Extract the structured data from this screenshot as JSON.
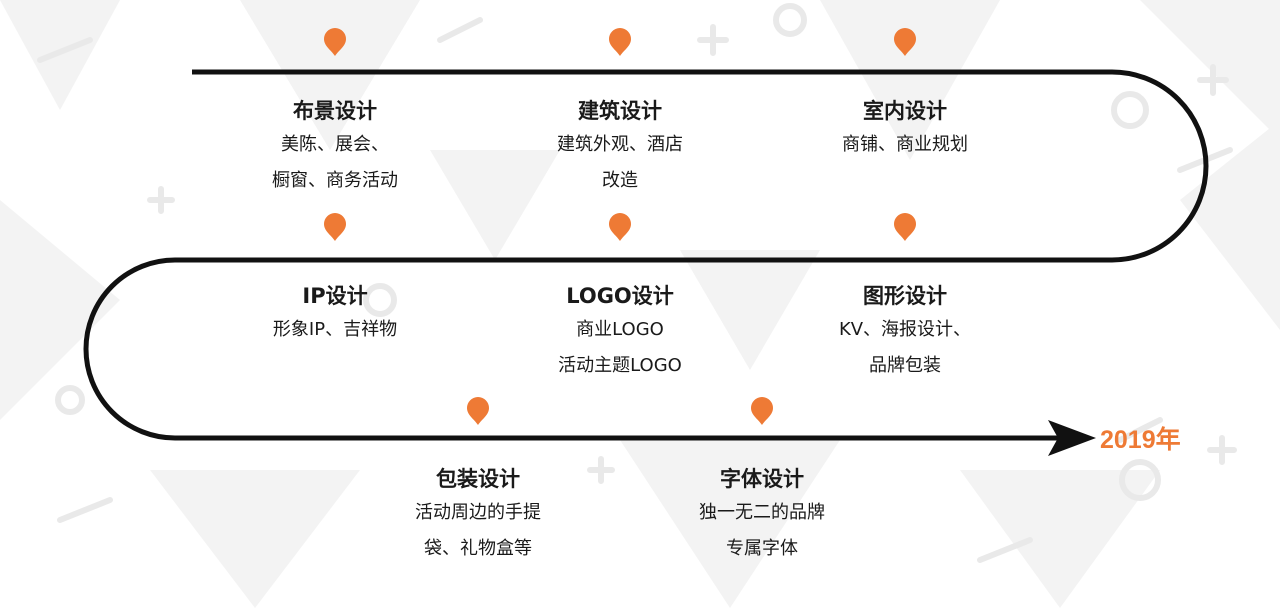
{
  "colors": {
    "accent": "#ee7a35",
    "path": "#111111",
    "text": "#1a1a1a"
  },
  "items": [
    {
      "title": "布景设计",
      "lines": [
        "美陈、展会、",
        "橱窗、商务活动"
      ],
      "icon": "location-pin-icon"
    },
    {
      "title": "建筑设计",
      "lines": [
        "建筑外观、酒店",
        "改造"
      ],
      "icon": "location-pin-icon"
    },
    {
      "title": "室内设计",
      "lines": [
        "商铺、商业规划"
      ],
      "icon": "location-pin-icon"
    },
    {
      "title": "IP设计",
      "lines": [
        "形象IP、吉祥物"
      ],
      "icon": "location-pin-icon"
    },
    {
      "title": "LOGO设计",
      "lines": [
        "商业LOGO",
        "活动主题LOGO"
      ],
      "icon": "location-pin-icon"
    },
    {
      "title": "图形设计",
      "lines": [
        "KV、海报设计、",
        "品牌包装"
      ],
      "icon": "location-pin-icon"
    },
    {
      "title": "包装设计",
      "lines": [
        "活动周边的手提",
        "袋、礼物盒等"
      ],
      "icon": "location-pin-icon"
    },
    {
      "title": "字体设计",
      "lines": [
        "独一无二的品牌",
        "专属字体"
      ],
      "icon": "location-pin-icon"
    }
  ],
  "year": "2019年"
}
